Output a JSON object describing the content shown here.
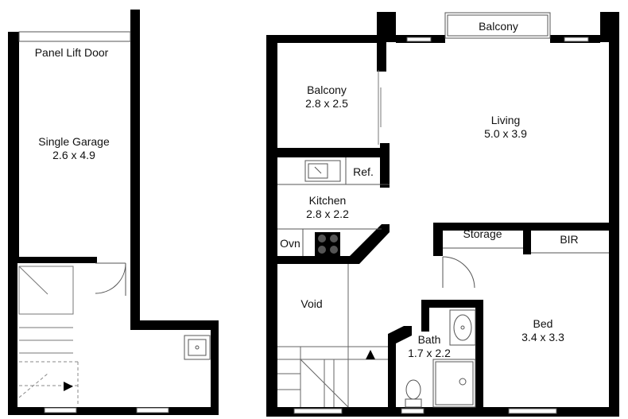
{
  "rooms": {
    "panel_lift_door": {
      "name": "Panel Lift Door"
    },
    "single_garage": {
      "name": "Single Garage",
      "dim": "2.6 x 4.9"
    },
    "balcony_top": {
      "name": "Balcony"
    },
    "balcony": {
      "name": "Balcony",
      "dim": "2.8 x 2.5"
    },
    "living": {
      "name": "Living",
      "dim": "5.0 x 3.9"
    },
    "refrigerator": {
      "name": "Ref."
    },
    "kitchen": {
      "name": "Kitchen",
      "dim": "2.8 x 2.2"
    },
    "oven": {
      "name": "Ovn"
    },
    "storage": {
      "name": "Storage"
    },
    "bir": {
      "name": "BIR"
    },
    "void": {
      "name": "Void"
    },
    "bath": {
      "name": "Bath",
      "dim": "1.7 x 2.2"
    },
    "bed": {
      "name": "Bed",
      "dim": "3.4 x 3.3"
    }
  },
  "colors": {
    "wall": "#000000",
    "line": "#555555",
    "dashed": "#888888",
    "background": "#ffffff"
  }
}
